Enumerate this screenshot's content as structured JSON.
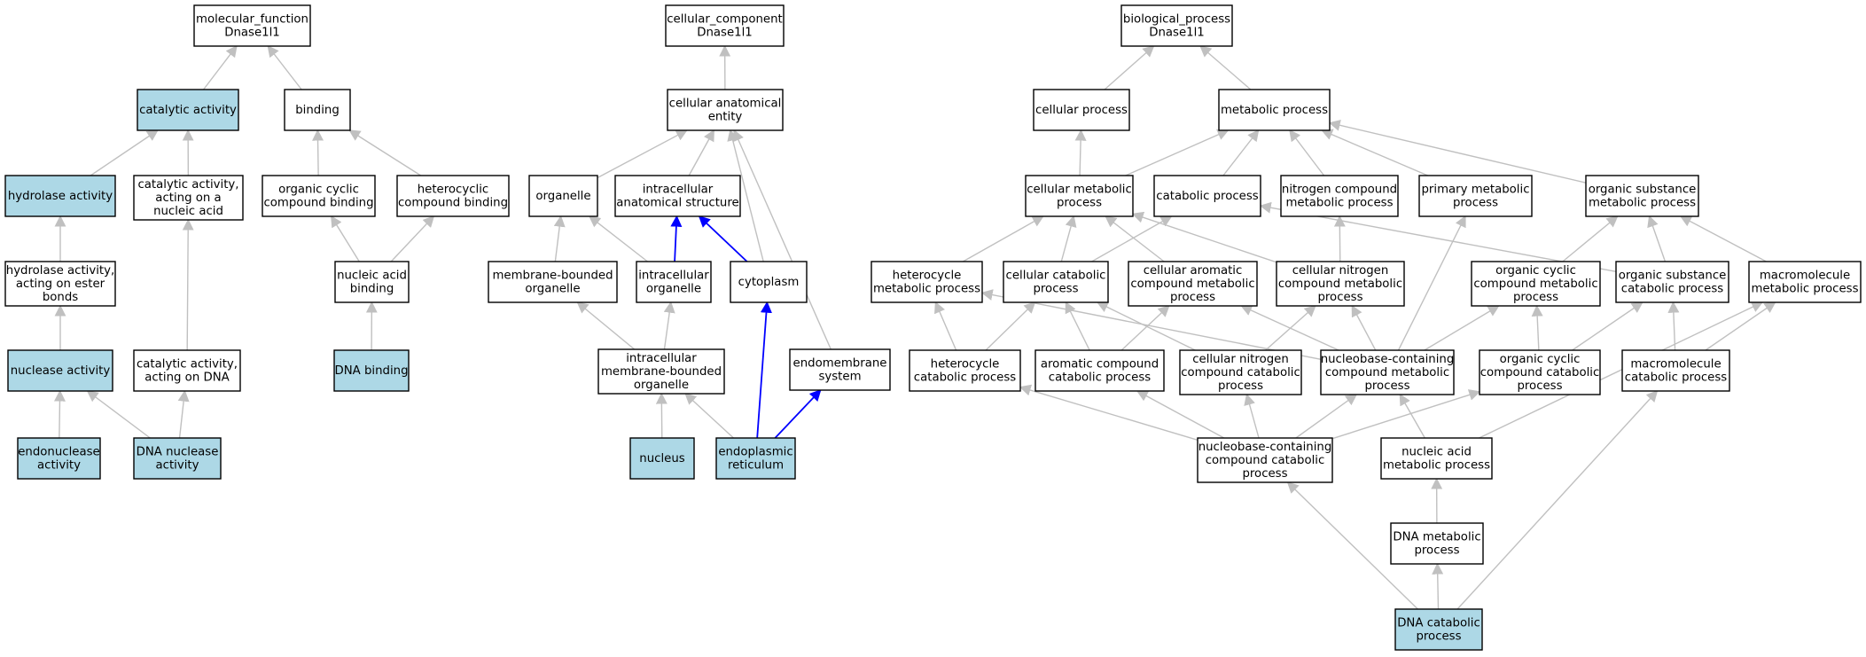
{
  "colors": {
    "highlight_fill": "#add8e6",
    "plain_fill": "#ffffff",
    "edge_gray": "#c0c0c0",
    "edge_blue": "#0000ff"
  },
  "nodes": {
    "mf_root": {
      "lines": [
        "molecular_function",
        "Dnase1l1"
      ],
      "highlight": false
    },
    "catalytic_activity": {
      "lines": [
        "catalytic activity"
      ],
      "highlight": true
    },
    "binding": {
      "lines": [
        "binding"
      ],
      "highlight": false
    },
    "hydrolase_activity": {
      "lines": [
        "hydrolase activity"
      ],
      "highlight": true
    },
    "cat_nucleic": {
      "lines": [
        "catalytic activity,",
        "acting on a",
        "nucleic acid"
      ],
      "highlight": false
    },
    "organic_cyclic_binding": {
      "lines": [
        "organic cyclic",
        "compound binding"
      ],
      "highlight": false
    },
    "heterocyclic_binding": {
      "lines": [
        "heterocyclic",
        "compound binding"
      ],
      "highlight": false
    },
    "hydrolase_ester": {
      "lines": [
        "hydrolase activity,",
        "acting on ester",
        "bonds"
      ],
      "highlight": false
    },
    "nucleic_acid_binding": {
      "lines": [
        "nucleic acid",
        "binding"
      ],
      "highlight": false
    },
    "nuclease_activity": {
      "lines": [
        "nuclease activity"
      ],
      "highlight": true
    },
    "cat_dna": {
      "lines": [
        "catalytic activity,",
        "acting on DNA"
      ],
      "highlight": false
    },
    "dna_binding": {
      "lines": [
        "DNA binding"
      ],
      "highlight": true
    },
    "endonuclease": {
      "lines": [
        "endonuclease",
        "activity"
      ],
      "highlight": true
    },
    "dna_nuclease": {
      "lines": [
        "DNA nuclease",
        "activity"
      ],
      "highlight": true
    },
    "cc_root": {
      "lines": [
        "cellular_component",
        "Dnase1l1"
      ],
      "highlight": false
    },
    "cell_anat_entity": {
      "lines": [
        "cellular anatomical",
        "entity"
      ],
      "highlight": false
    },
    "organelle": {
      "lines": [
        "organelle"
      ],
      "highlight": false
    },
    "intracell_anat": {
      "lines": [
        "intracellular",
        "anatomical structure"
      ],
      "highlight": false
    },
    "membrane_bounded": {
      "lines": [
        "membrane-bounded",
        "organelle"
      ],
      "highlight": false
    },
    "intracell_organelle": {
      "lines": [
        "intracellular",
        "organelle"
      ],
      "highlight": false
    },
    "cytoplasm": {
      "lines": [
        "cytoplasm"
      ],
      "highlight": false
    },
    "intracell_mb_organelle": {
      "lines": [
        "intracellular",
        "membrane-bounded",
        "organelle"
      ],
      "highlight": false
    },
    "endomembrane": {
      "lines": [
        "endomembrane",
        "system"
      ],
      "highlight": false
    },
    "nucleus": {
      "lines": [
        "nucleus"
      ],
      "highlight": true
    },
    "er": {
      "lines": [
        "endoplasmic",
        "reticulum"
      ],
      "highlight": true
    },
    "bp_root": {
      "lines": [
        "biological_process",
        "Dnase1l1"
      ],
      "highlight": false
    },
    "cellular_process": {
      "lines": [
        "cellular process"
      ],
      "highlight": false
    },
    "metabolic_process": {
      "lines": [
        "metabolic process"
      ],
      "highlight": false
    },
    "cell_metabolic": {
      "lines": [
        "cellular metabolic",
        "process"
      ],
      "highlight": false
    },
    "catabolic": {
      "lines": [
        "catabolic process"
      ],
      "highlight": false
    },
    "nitrogen_metabolic": {
      "lines": [
        "nitrogen compound",
        "metabolic process"
      ],
      "highlight": false
    },
    "primary_metabolic": {
      "lines": [
        "primary metabolic",
        "process"
      ],
      "highlight": false
    },
    "organic_subst_metabolic": {
      "lines": [
        "organic substance",
        "metabolic process"
      ],
      "highlight": false
    },
    "heterocycle_metabolic": {
      "lines": [
        "heterocycle",
        "metabolic process"
      ],
      "highlight": false
    },
    "cell_catabolic": {
      "lines": [
        "cellular catabolic",
        "process"
      ],
      "highlight": false
    },
    "cell_aromatic_metabolic": {
      "lines": [
        "cellular aromatic",
        "compound metabolic",
        "process"
      ],
      "highlight": false
    },
    "cell_nitrogen_metabolic": {
      "lines": [
        "cellular nitrogen",
        "compound metabolic",
        "process"
      ],
      "highlight": false
    },
    "organic_cyclic_metabolic": {
      "lines": [
        "organic cyclic",
        "compound metabolic",
        "process"
      ],
      "highlight": false
    },
    "organic_subst_catabolic": {
      "lines": [
        "organic substance",
        "catabolic process"
      ],
      "highlight": false
    },
    "macromolecule_metabolic": {
      "lines": [
        "macromolecule",
        "metabolic process"
      ],
      "highlight": false
    },
    "heterocycle_catabolic": {
      "lines": [
        "heterocycle",
        "catabolic process"
      ],
      "highlight": false
    },
    "aromatic_catabolic": {
      "lines": [
        "aromatic compound",
        "catabolic process"
      ],
      "highlight": false
    },
    "cell_nitrogen_catabolic": {
      "lines": [
        "cellular nitrogen",
        "compound catabolic",
        "process"
      ],
      "highlight": false
    },
    "nucleobase_metabolic": {
      "lines": [
        "nucleobase-containing",
        "compound metabolic",
        "process"
      ],
      "highlight": false
    },
    "organic_cyclic_catabolic": {
      "lines": [
        "organic cyclic",
        "compound catabolic",
        "process"
      ],
      "highlight": false
    },
    "macromolecule_catabolic": {
      "lines": [
        "macromolecule",
        "catabolic process"
      ],
      "highlight": false
    },
    "nucleobase_catabolic": {
      "lines": [
        "nucleobase-containing",
        "compound catabolic",
        "process"
      ],
      "highlight": false
    },
    "nucleic_acid_metabolic": {
      "lines": [
        "nucleic acid",
        "metabolic process"
      ],
      "highlight": false
    },
    "dna_metabolic": {
      "lines": [
        "DNA metabolic",
        "process"
      ],
      "highlight": false
    },
    "dna_catabolic": {
      "lines": [
        "DNA catabolic",
        "process"
      ],
      "highlight": true
    }
  },
  "edges": [
    {
      "from": "catalytic_activity",
      "to": "mf_root"
    },
    {
      "from": "binding",
      "to": "mf_root"
    },
    {
      "from": "hydrolase_activity",
      "to": "catalytic_activity"
    },
    {
      "from": "cat_nucleic",
      "to": "catalytic_activity"
    },
    {
      "from": "organic_cyclic_binding",
      "to": "binding"
    },
    {
      "from": "heterocyclic_binding",
      "to": "binding"
    },
    {
      "from": "hydrolase_ester",
      "to": "hydrolase_activity"
    },
    {
      "from": "nucleic_acid_binding",
      "to": "organic_cyclic_binding"
    },
    {
      "from": "nucleic_acid_binding",
      "to": "heterocyclic_binding"
    },
    {
      "from": "nuclease_activity",
      "to": "hydrolase_ester"
    },
    {
      "from": "cat_dna",
      "to": "cat_nucleic"
    },
    {
      "from": "dna_binding",
      "to": "nucleic_acid_binding"
    },
    {
      "from": "endonuclease",
      "to": "nuclease_activity"
    },
    {
      "from": "dna_nuclease",
      "to": "nuclease_activity"
    },
    {
      "from": "dna_nuclease",
      "to": "cat_dna"
    },
    {
      "from": "cell_anat_entity",
      "to": "cc_root"
    },
    {
      "from": "organelle",
      "to": "cell_anat_entity"
    },
    {
      "from": "intracell_anat",
      "to": "cell_anat_entity"
    },
    {
      "from": "cytoplasm",
      "to": "cell_anat_entity"
    },
    {
      "from": "endomembrane",
      "to": "cell_anat_entity"
    },
    {
      "from": "membrane_bounded",
      "to": "organelle"
    },
    {
      "from": "intracell_organelle",
      "to": "organelle"
    },
    {
      "from": "intracell_organelle",
      "to": "intracell_anat",
      "blue": true
    },
    {
      "from": "cytoplasm",
      "to": "intracell_anat",
      "blue": true
    },
    {
      "from": "intracell_mb_organelle",
      "to": "membrane_bounded"
    },
    {
      "from": "intracell_mb_organelle",
      "to": "intracell_organelle"
    },
    {
      "from": "nucleus",
      "to": "intracell_mb_organelle"
    },
    {
      "from": "er",
      "to": "intracell_mb_organelle"
    },
    {
      "from": "er",
      "to": "cytoplasm",
      "blue": true
    },
    {
      "from": "er",
      "to": "endomembrane",
      "blue": true
    },
    {
      "from": "cellular_process",
      "to": "bp_root"
    },
    {
      "from": "metabolic_process",
      "to": "bp_root"
    },
    {
      "from": "cell_metabolic",
      "to": "cellular_process"
    },
    {
      "from": "cell_metabolic",
      "to": "metabolic_process"
    },
    {
      "from": "catabolic",
      "to": "metabolic_process"
    },
    {
      "from": "nitrogen_metabolic",
      "to": "metabolic_process"
    },
    {
      "from": "primary_metabolic",
      "to": "metabolic_process"
    },
    {
      "from": "organic_subst_metabolic",
      "to": "metabolic_process"
    },
    {
      "from": "heterocycle_metabolic",
      "to": "cell_metabolic"
    },
    {
      "from": "cell_catabolic",
      "to": "cell_metabolic"
    },
    {
      "from": "cell_catabolic",
      "to": "catabolic"
    },
    {
      "from": "cell_aromatic_metabolic",
      "to": "cell_metabolic"
    },
    {
      "from": "cell_nitrogen_metabolic",
      "to": "cell_metabolic"
    },
    {
      "from": "cell_nitrogen_metabolic",
      "to": "nitrogen_metabolic"
    },
    {
      "from": "organic_cyclic_metabolic",
      "to": "organic_subst_metabolic"
    },
    {
      "from": "organic_subst_catabolic",
      "to": "organic_subst_metabolic"
    },
    {
      "from": "organic_subst_catabolic",
      "to": "catabolic"
    },
    {
      "from": "macromolecule_metabolic",
      "to": "organic_subst_metabolic"
    },
    {
      "from": "heterocycle_catabolic",
      "to": "heterocycle_metabolic"
    },
    {
      "from": "heterocycle_catabolic",
      "to": "cell_catabolic"
    },
    {
      "from": "aromatic_catabolic",
      "to": "cell_catabolic"
    },
    {
      "from": "aromatic_catabolic",
      "to": "cell_aromatic_metabolic"
    },
    {
      "from": "cell_nitrogen_catabolic",
      "to": "cell_catabolic"
    },
    {
      "from": "cell_nitrogen_catabolic",
      "to": "cell_nitrogen_metabolic"
    },
    {
      "from": "nucleobase_metabolic",
      "to": "heterocycle_metabolic"
    },
    {
      "from": "nucleobase_metabolic",
      "to": "cell_aromatic_metabolic"
    },
    {
      "from": "nucleobase_metabolic",
      "to": "cell_nitrogen_metabolic"
    },
    {
      "from": "nucleobase_metabolic",
      "to": "organic_cyclic_metabolic"
    },
    {
      "from": "nucleobase_metabolic",
      "to": "primary_metabolic"
    },
    {
      "from": "organic_cyclic_catabolic",
      "to": "organic_cyclic_metabolic"
    },
    {
      "from": "organic_cyclic_catabolic",
      "to": "organic_subst_catabolic"
    },
    {
      "from": "macromolecule_catabolic",
      "to": "organic_subst_catabolic"
    },
    {
      "from": "macromolecule_catabolic",
      "to": "macromolecule_metabolic"
    },
    {
      "from": "nucleobase_catabolic",
      "to": "heterocycle_catabolic"
    },
    {
      "from": "nucleobase_catabolic",
      "to": "aromatic_catabolic"
    },
    {
      "from": "nucleobase_catabolic",
      "to": "cell_nitrogen_catabolic"
    },
    {
      "from": "nucleobase_catabolic",
      "to": "nucleobase_metabolic"
    },
    {
      "from": "nucleobase_catabolic",
      "to": "organic_cyclic_catabolic"
    },
    {
      "from": "nucleic_acid_metabolic",
      "to": "nucleobase_metabolic"
    },
    {
      "from": "nucleic_acid_metabolic",
      "to": "macromolecule_metabolic"
    },
    {
      "from": "dna_metabolic",
      "to": "nucleic_acid_metabolic"
    },
    {
      "from": "dna_catabolic",
      "to": "dna_metabolic"
    },
    {
      "from": "dna_catabolic",
      "to": "nucleobase_catabolic"
    },
    {
      "from": "dna_catabolic",
      "to": "macromolecule_catabolic"
    }
  ]
}
